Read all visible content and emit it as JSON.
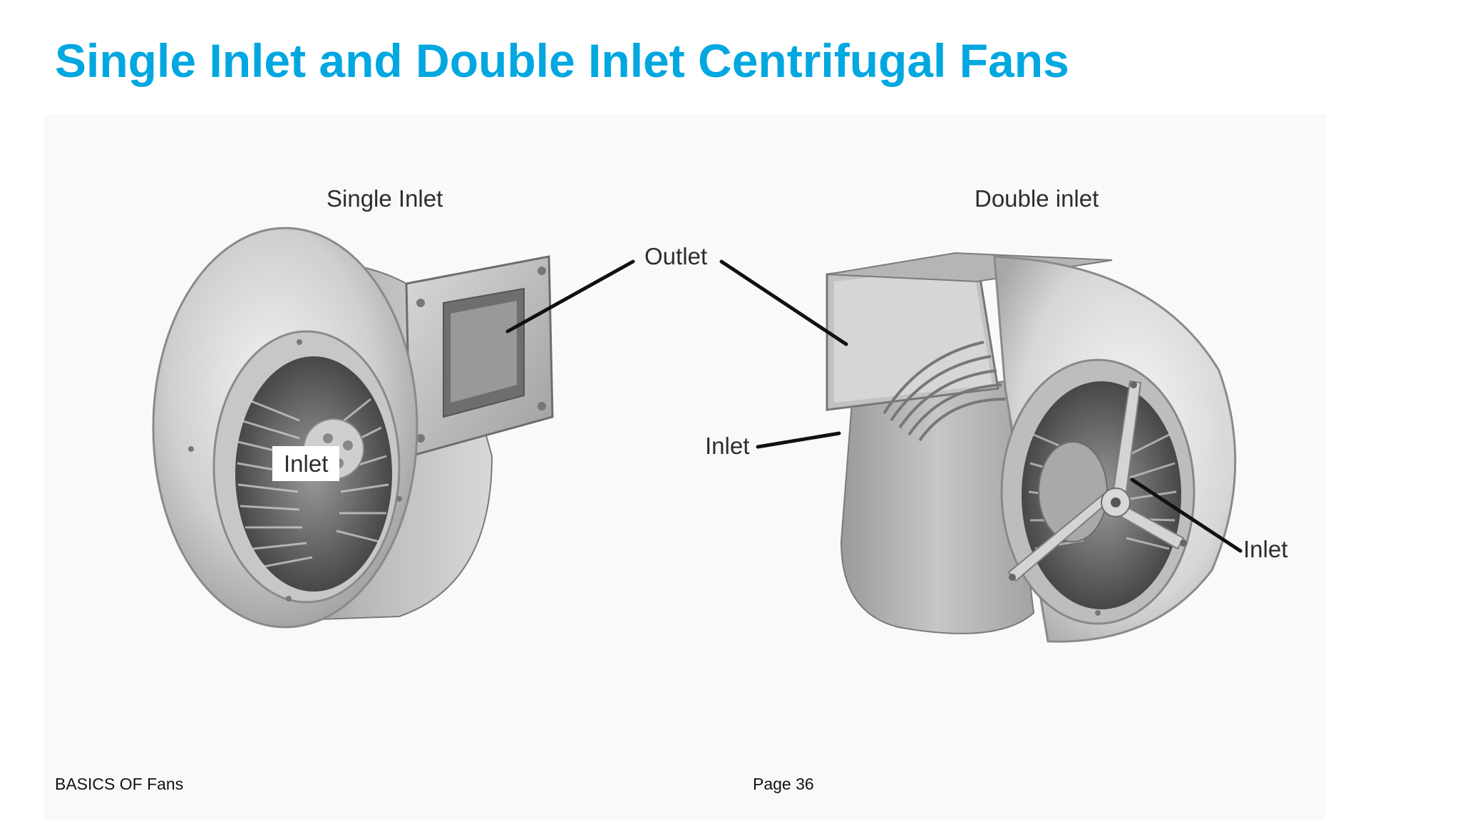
{
  "title": "Single Inlet and Double Inlet Centrifugal Fans",
  "figure": {
    "headings": {
      "single": "Single Inlet",
      "double": "Double inlet"
    },
    "callouts": {
      "outlet": "Outlet",
      "single_inlet": "Inlet",
      "double_inlet_top": "Inlet",
      "double_inlet_side": "Inlet"
    }
  },
  "footer": {
    "left": "BASICS OF Fans",
    "page": "Page 36"
  }
}
